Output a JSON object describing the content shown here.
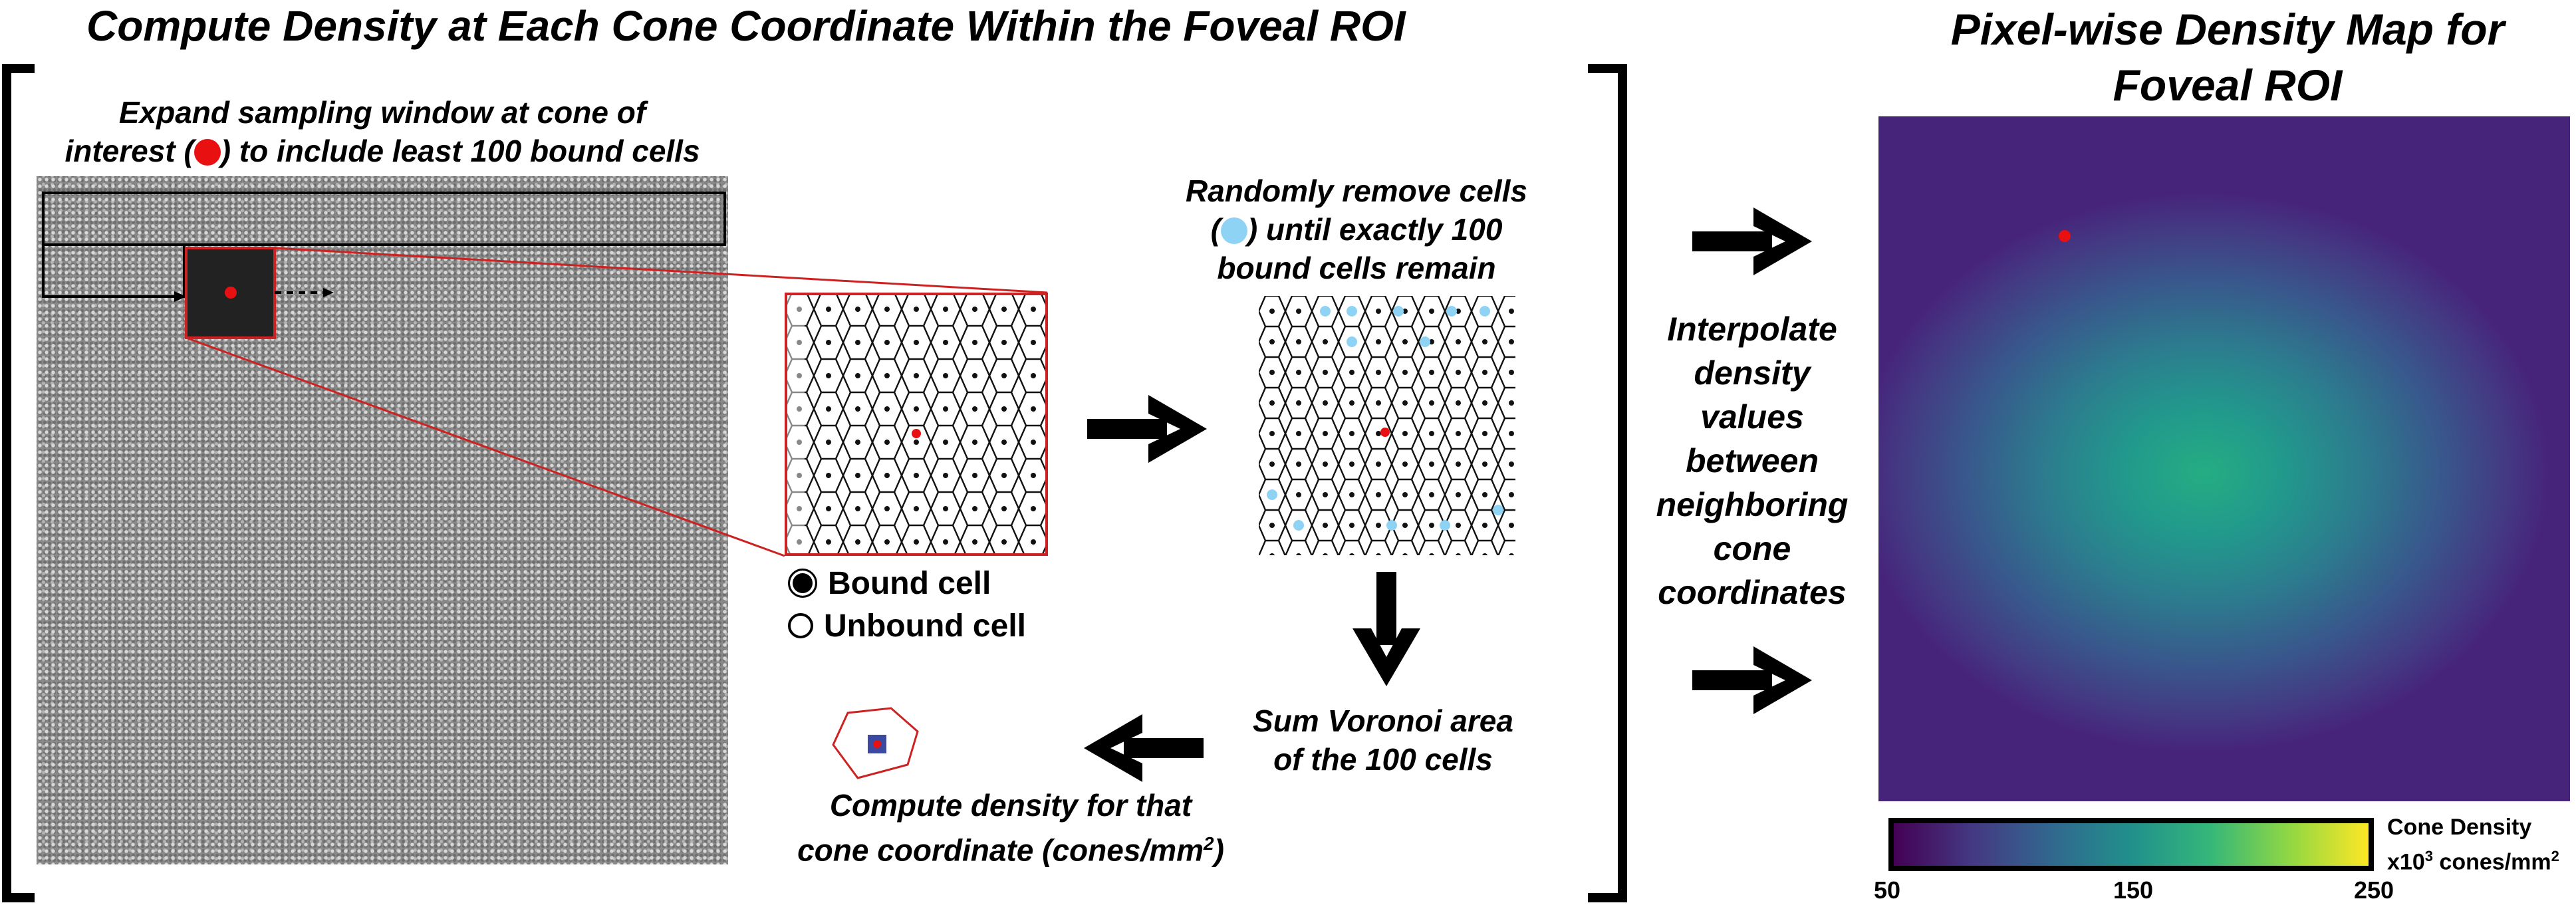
{
  "left_panel": {
    "title": "Compute Density at Each Cone Coordinate Within the Foveal ROI",
    "step_expand": {
      "line1": "Expand sampling window at cone of",
      "line2_prefix": "interest (",
      "line2_suffix": ") to include least 100 bound cells"
    },
    "step_remove": {
      "line1": "Randomly remove cells",
      "line2_prefix": "(",
      "line2_suffix": ") until exactly 100",
      "line3": "bound cells remain"
    },
    "legend": {
      "bound": "Bound cell",
      "unbound": "Unbound cell"
    },
    "step_sum": {
      "line1": "Sum Voronoi area",
      "line2": "of the 100 cells"
    },
    "step_compute": {
      "line1": "Compute density for that",
      "line2_prefix": "cone coordinate (cones/mm",
      "line2_sup": "2",
      "line2_suffix": ")"
    }
  },
  "middle": {
    "lines": [
      "Interpolate",
      "density",
      "values",
      "between",
      "neighboring",
      "cone",
      "coordinates"
    ]
  },
  "right_panel": {
    "title_line1": "Pixel-wise Density Map for",
    "title_line2": "Foveal ROI",
    "colorbar": {
      "label_line1": "Cone Density",
      "label_line2_prefix": "x10",
      "label_line2_sup": "3",
      "label_line2_suffix": " cones/mm",
      "label_line2_sup2": "2",
      "ticks": [
        "50",
        "150",
        "250"
      ]
    }
  },
  "colors": {
    "accent_red": "#e81010",
    "removed_cell_blue": "#8fd3f4",
    "inset_border": "#cc2222"
  }
}
